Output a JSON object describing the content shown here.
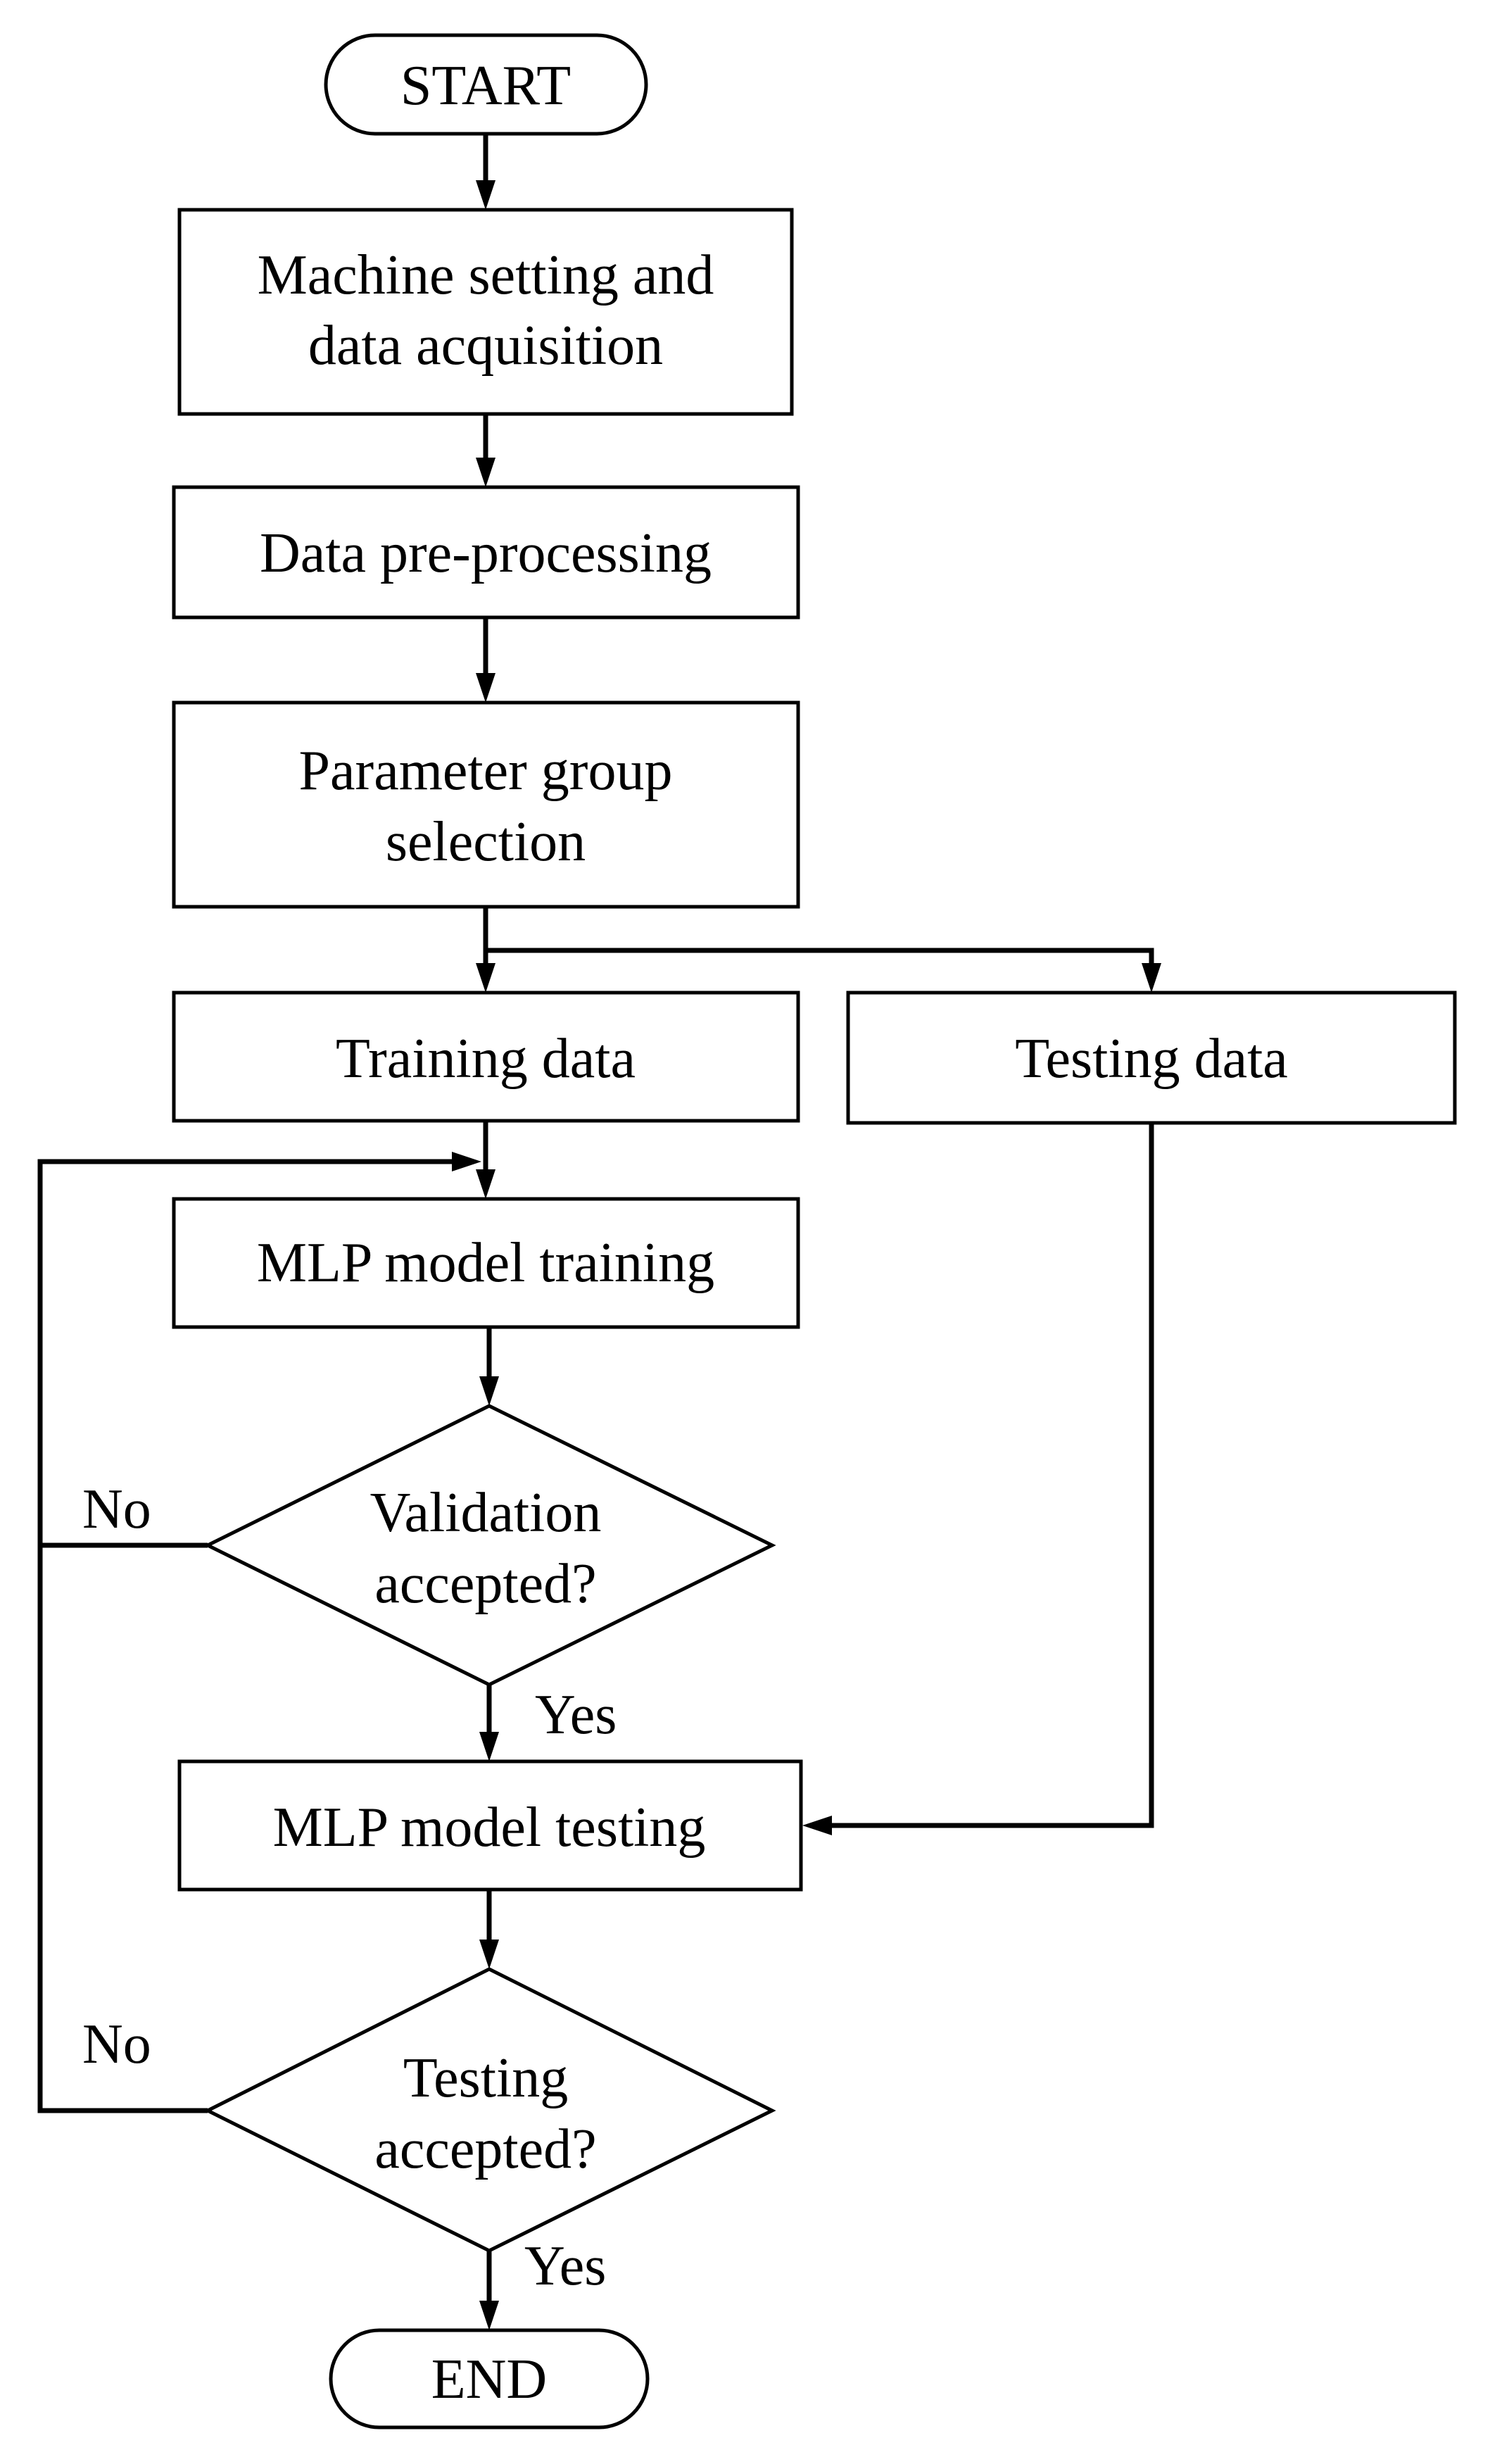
{
  "flowchart": {
    "start": "START",
    "machine_setting": [
      "Machine setting and",
      "data acquisition"
    ],
    "preprocessing": "Data pre-processing",
    "parameter_selection": [
      "Parameter group",
      "selection"
    ],
    "training_data": "Training data",
    "testing_data": "Testing data",
    "mlp_training": "MLP model training",
    "validation_decision": [
      "Validation",
      "accepted?"
    ],
    "mlp_testing": "MLP model testing",
    "testing_decision": [
      "Testing",
      "accepted?"
    ],
    "end": "END",
    "validation_no": "No",
    "validation_yes": "Yes",
    "testing_no": "No",
    "testing_yes": "Yes"
  }
}
